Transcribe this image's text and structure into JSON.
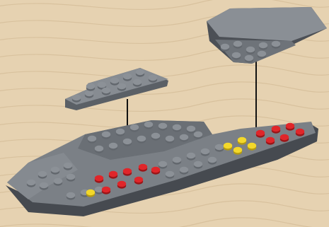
{
  "scene": {
    "background": "#e6d2b1",
    "grain_color": "#cdb48e",
    "brick_colors": {
      "top": "#7d8288",
      "side": "#5b6066",
      "dark": "#45494e",
      "stud": "#8c9197",
      "stud_edge": "#62676d"
    },
    "stud_colors": {
      "red": "#e0262a",
      "red_edge": "#9b1518",
      "yellow": "#f3d82a",
      "yellow_edge": "#b49a12"
    },
    "components": [
      {
        "name": "upper-wedge-part"
      },
      {
        "name": "small-plate-part"
      },
      {
        "name": "hull-assembly"
      }
    ],
    "stud_counts": {
      "red": 14,
      "yellow": 5
    }
  }
}
